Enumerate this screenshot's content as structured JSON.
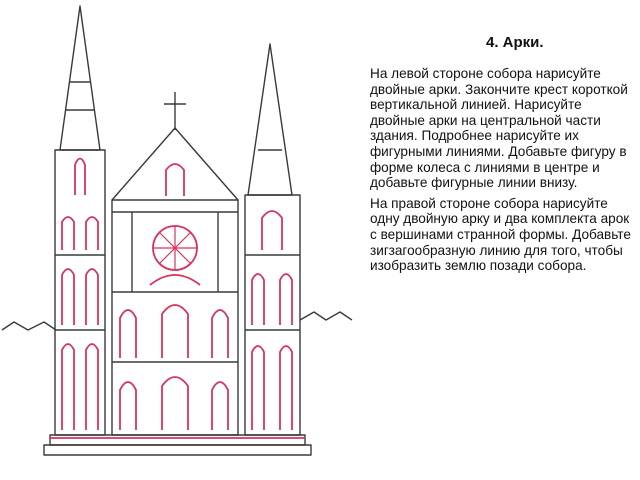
{
  "slide": {
    "title": "4. Арки.",
    "paragraph_1": "На левой стороне собора нарисуйте двойные арки. Закончите крест короткой вертикальной линией. Нарисуйте двойные арки на центральной части здания. Подробнее нарисуйте их фигурными линиями. Добавьте фигуру в форме колеса с линиями в центре и добавьте фигурные линии внизу.",
    "paragraph_2": "На правой стороне собора нарисуйте одну двойную арку и два комплекта арок с вершинами странной формы. Добавьте зигзагообразную линию для того, чтобы изобразить землю позади собора."
  },
  "illustration": {
    "subject": "cathedral-drawing",
    "colors": {
      "outline": "#3a3a3a",
      "arches": "#d8335a",
      "background": "#ffffff"
    }
  }
}
